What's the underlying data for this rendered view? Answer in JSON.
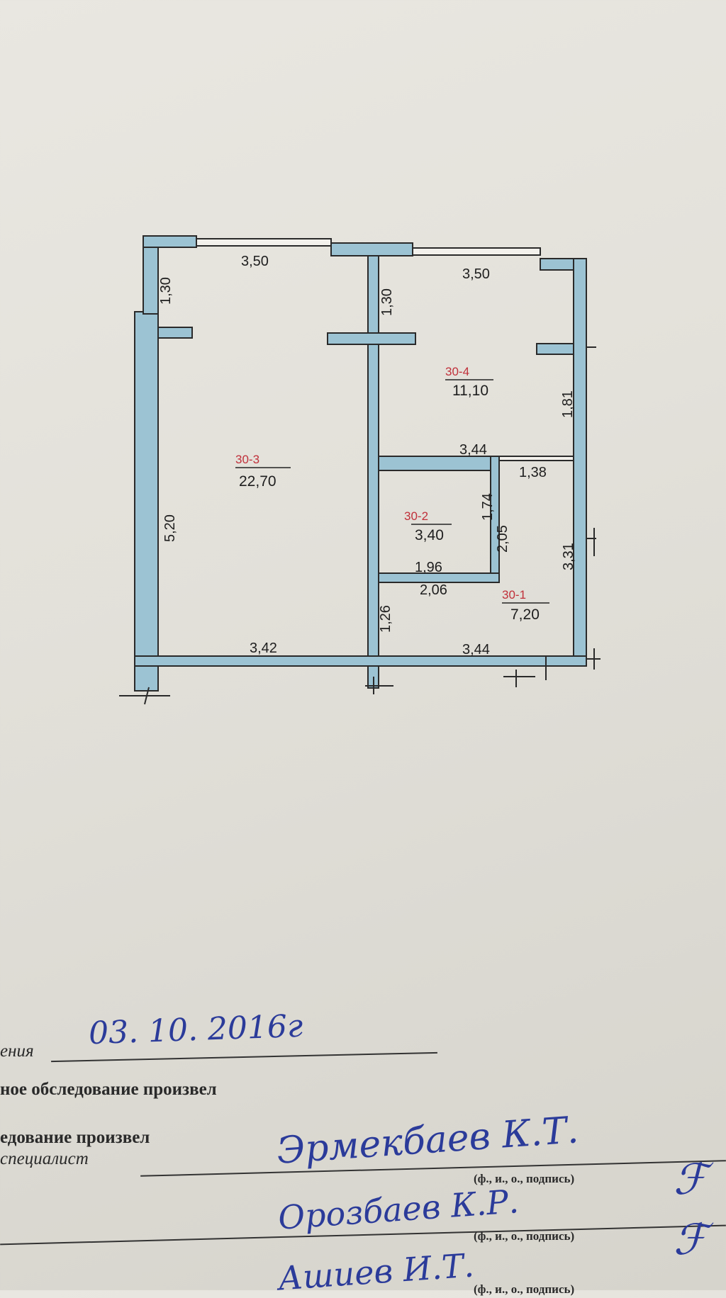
{
  "plan": {
    "rooms": [
      {
        "id": "30-3",
        "area": "22,70"
      },
      {
        "id": "30-4",
        "area": "11,10"
      },
      {
        "id": "30-2",
        "area": "3,40"
      },
      {
        "id": "30-1",
        "area": "7,20"
      }
    ],
    "dimensions": {
      "r3_top": "3,50",
      "r4_top": "3,50",
      "r3_win": "1,30",
      "r4_win": "1,30",
      "r3_left": "5,20",
      "r3_bottom": "3,42",
      "r4_right": "1,81",
      "r4_bottom": "3,44",
      "r1_top": "1,38",
      "r2_right_in": "1,74",
      "r2_right_out": "2,05",
      "r1_right": "3,31",
      "r2_bottom_in": "1,96",
      "r2_bottom_out": "2,06",
      "r1_left": "1,26",
      "r1_bottom": "3,44"
    },
    "colors": {
      "wall": "#9cc3d3",
      "outline": "#2a2a2a",
      "room_id": "#c0303a"
    }
  },
  "form": {
    "date_label": "ения",
    "date_value": "03. 10. 2016г",
    "line1": "ное обследование произвел",
    "line2": "едование произвел",
    "specialist_label": "специалист",
    "hint": "(ф., и., о., подпись)",
    "name1": "Эрмекбаев К.Т.",
    "name2": "Орозбаев К.Р.",
    "name3": "Ашиев И.Т."
  }
}
